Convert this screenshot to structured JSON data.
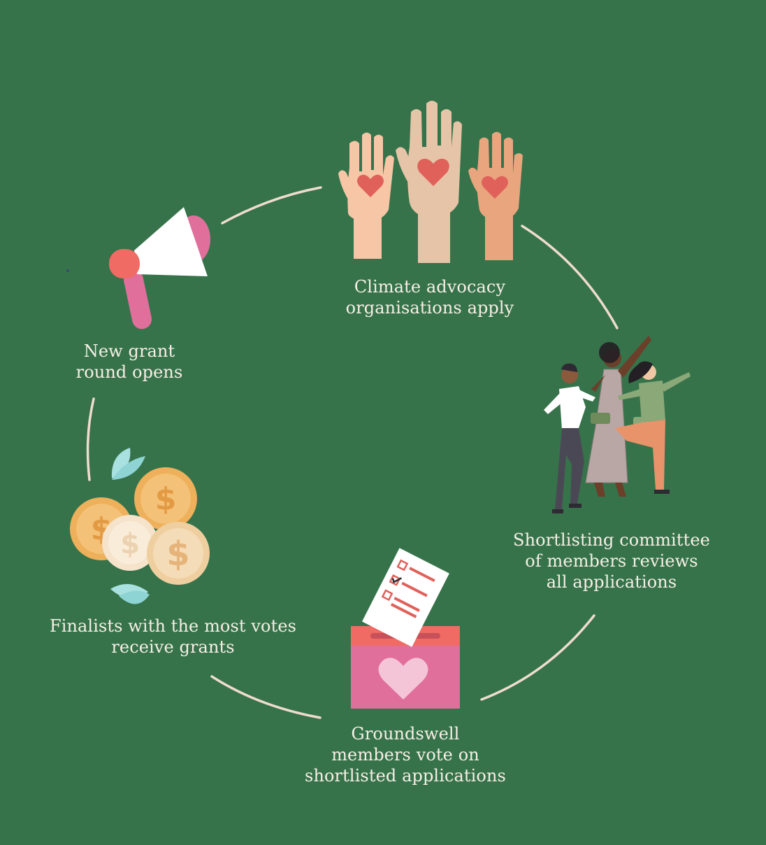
{
  "colors": {
    "background": "#36734a",
    "arc": "#efdcd0",
    "text": "#f7efe6",
    "heart_red": "#e0615a",
    "pink": "#e06f9b",
    "coral": "#ef6b63",
    "gold": "#f1b862",
    "leaf": "#a9e0e0"
  },
  "icons": [
    "megaphone-icon",
    "raised-hands-heart-icon",
    "celebrating-people-icon",
    "ballot-box-heart-icon",
    "coins-dollar-icon"
  ],
  "steps": [
    {
      "label": "Climate advocacy\norganisations apply"
    },
    {
      "label": "Shortlisting committee\nof members reviews\nall applications"
    },
    {
      "label": "Groundswell\nmembers vote on\nshortlisted applications"
    },
    {
      "label": "Finalists with the most votes\nreceive grants"
    },
    {
      "label": "New grant\nround opens"
    }
  ]
}
